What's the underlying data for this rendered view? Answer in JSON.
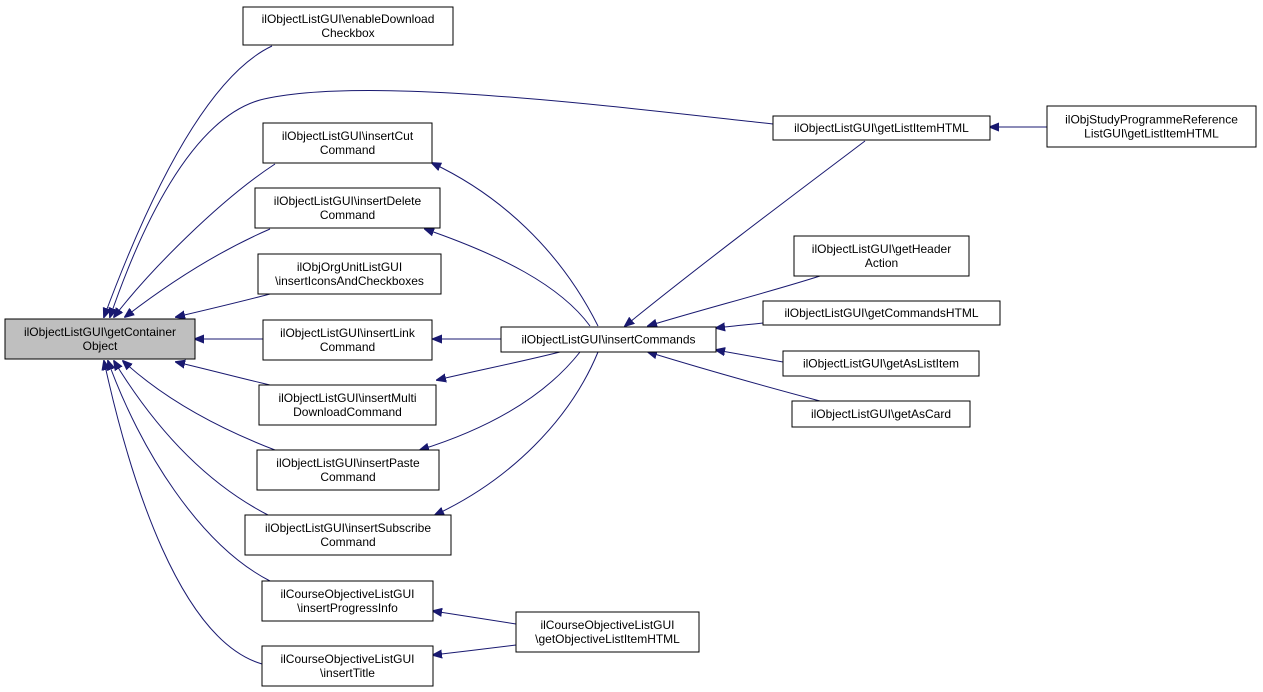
{
  "nodes": [
    {
      "id": "getContainerObject",
      "lines": [
        "ilObjectListGUI\\getContainer",
        "Object"
      ],
      "highlight": true,
      "color": "#bfbfbf"
    },
    {
      "id": "enableDownloadCheckbox",
      "lines": [
        "ilObjectListGUI\\enableDownload",
        "Checkbox"
      ]
    },
    {
      "id": "insertCutCommand",
      "lines": [
        "ilObjectListGUI\\insertCut",
        "Command"
      ]
    },
    {
      "id": "insertDeleteCommand",
      "lines": [
        "ilObjectListGUI\\insertDelete",
        "Command"
      ]
    },
    {
      "id": "insertIconsAndCheckboxes",
      "lines": [
        "ilObjOrgUnitListGUI",
        "\\insertIconsAndCheckboxes"
      ]
    },
    {
      "id": "insertLinkCommand",
      "lines": [
        "ilObjectListGUI\\insertLink",
        "Command"
      ]
    },
    {
      "id": "insertMultiDownloadCommand",
      "lines": [
        "ilObjectListGUI\\insertMulti",
        "DownloadCommand"
      ]
    },
    {
      "id": "insertPasteCommand",
      "lines": [
        "ilObjectListGUI\\insertPaste",
        "Command"
      ]
    },
    {
      "id": "insertSubscribeCommand",
      "lines": [
        "ilObjectListGUI\\insertSubscribe",
        "Command"
      ]
    },
    {
      "id": "insertProgressInfo",
      "lines": [
        "ilCourseObjectiveListGUI",
        "\\insertProgressInfo"
      ]
    },
    {
      "id": "insertTitle",
      "lines": [
        "ilCourseObjectiveListGUI",
        "\\insertTitle"
      ]
    },
    {
      "id": "insertCommands",
      "lines": [
        "ilObjectListGUI\\insertCommands"
      ]
    },
    {
      "id": "getListItemHTML",
      "lines": [
        "ilObjectListGUI\\getListItemHTML"
      ]
    },
    {
      "id": "studyProgrammeGetListItemHTML",
      "lines": [
        "ilObjStudyProgrammeReference",
        "ListGUI\\getListItemHTML"
      ]
    },
    {
      "id": "getHeaderAction",
      "lines": [
        "ilObjectListGUI\\getHeader",
        "Action"
      ]
    },
    {
      "id": "getCommandsHTML",
      "lines": [
        "ilObjectListGUI\\getCommandsHTML"
      ]
    },
    {
      "id": "getAsListItem",
      "lines": [
        "ilObjectListGUI\\getAsListItem"
      ]
    },
    {
      "id": "getAsCard",
      "lines": [
        "ilObjectListGUI\\getAsCard"
      ]
    },
    {
      "id": "getObjectiveListItemHTML",
      "lines": [
        "ilCourseObjectiveListGUI",
        "\\getObjectiveListItemHTML"
      ]
    }
  ],
  "edges": [
    {
      "from": "enableDownloadCheckbox",
      "to": "getContainerObject"
    },
    {
      "from": "getListItemHTML",
      "to": "getContainerObject"
    },
    {
      "from": "insertCutCommand",
      "to": "getContainerObject"
    },
    {
      "from": "insertDeleteCommand",
      "to": "getContainerObject"
    },
    {
      "from": "insertIconsAndCheckboxes",
      "to": "getContainerObject"
    },
    {
      "from": "insertLinkCommand",
      "to": "getContainerObject"
    },
    {
      "from": "insertMultiDownloadCommand",
      "to": "getContainerObject"
    },
    {
      "from": "insertPasteCommand",
      "to": "getContainerObject"
    },
    {
      "from": "insertSubscribeCommand",
      "to": "getContainerObject"
    },
    {
      "from": "insertProgressInfo",
      "to": "getContainerObject"
    },
    {
      "from": "insertTitle",
      "to": "getContainerObject"
    },
    {
      "from": "insertCommands",
      "to": "insertCutCommand"
    },
    {
      "from": "insertCommands",
      "to": "insertDeleteCommand"
    },
    {
      "from": "insertCommands",
      "to": "insertLinkCommand"
    },
    {
      "from": "insertCommands",
      "to": "insertMultiDownloadCommand"
    },
    {
      "from": "insertCommands",
      "to": "insertPasteCommand"
    },
    {
      "from": "insertCommands",
      "to": "insertSubscribeCommand"
    },
    {
      "from": "studyProgrammeGetListItemHTML",
      "to": "getListItemHTML"
    },
    {
      "from": "getListItemHTML",
      "to": "insertCommands"
    },
    {
      "from": "getHeaderAction",
      "to": "insertCommands"
    },
    {
      "from": "getCommandsHTML",
      "to": "insertCommands"
    },
    {
      "from": "getAsListItem",
      "to": "insertCommands"
    },
    {
      "from": "getAsCard",
      "to": "insertCommands"
    },
    {
      "from": "getObjectiveListItemHTML",
      "to": "insertProgressInfo"
    },
    {
      "from": "getObjectiveListItemHTML",
      "to": "insertTitle"
    }
  ],
  "colors": {
    "edge": "#191970",
    "node_border": "#000000",
    "highlight_fill": "#bfbfbf"
  }
}
